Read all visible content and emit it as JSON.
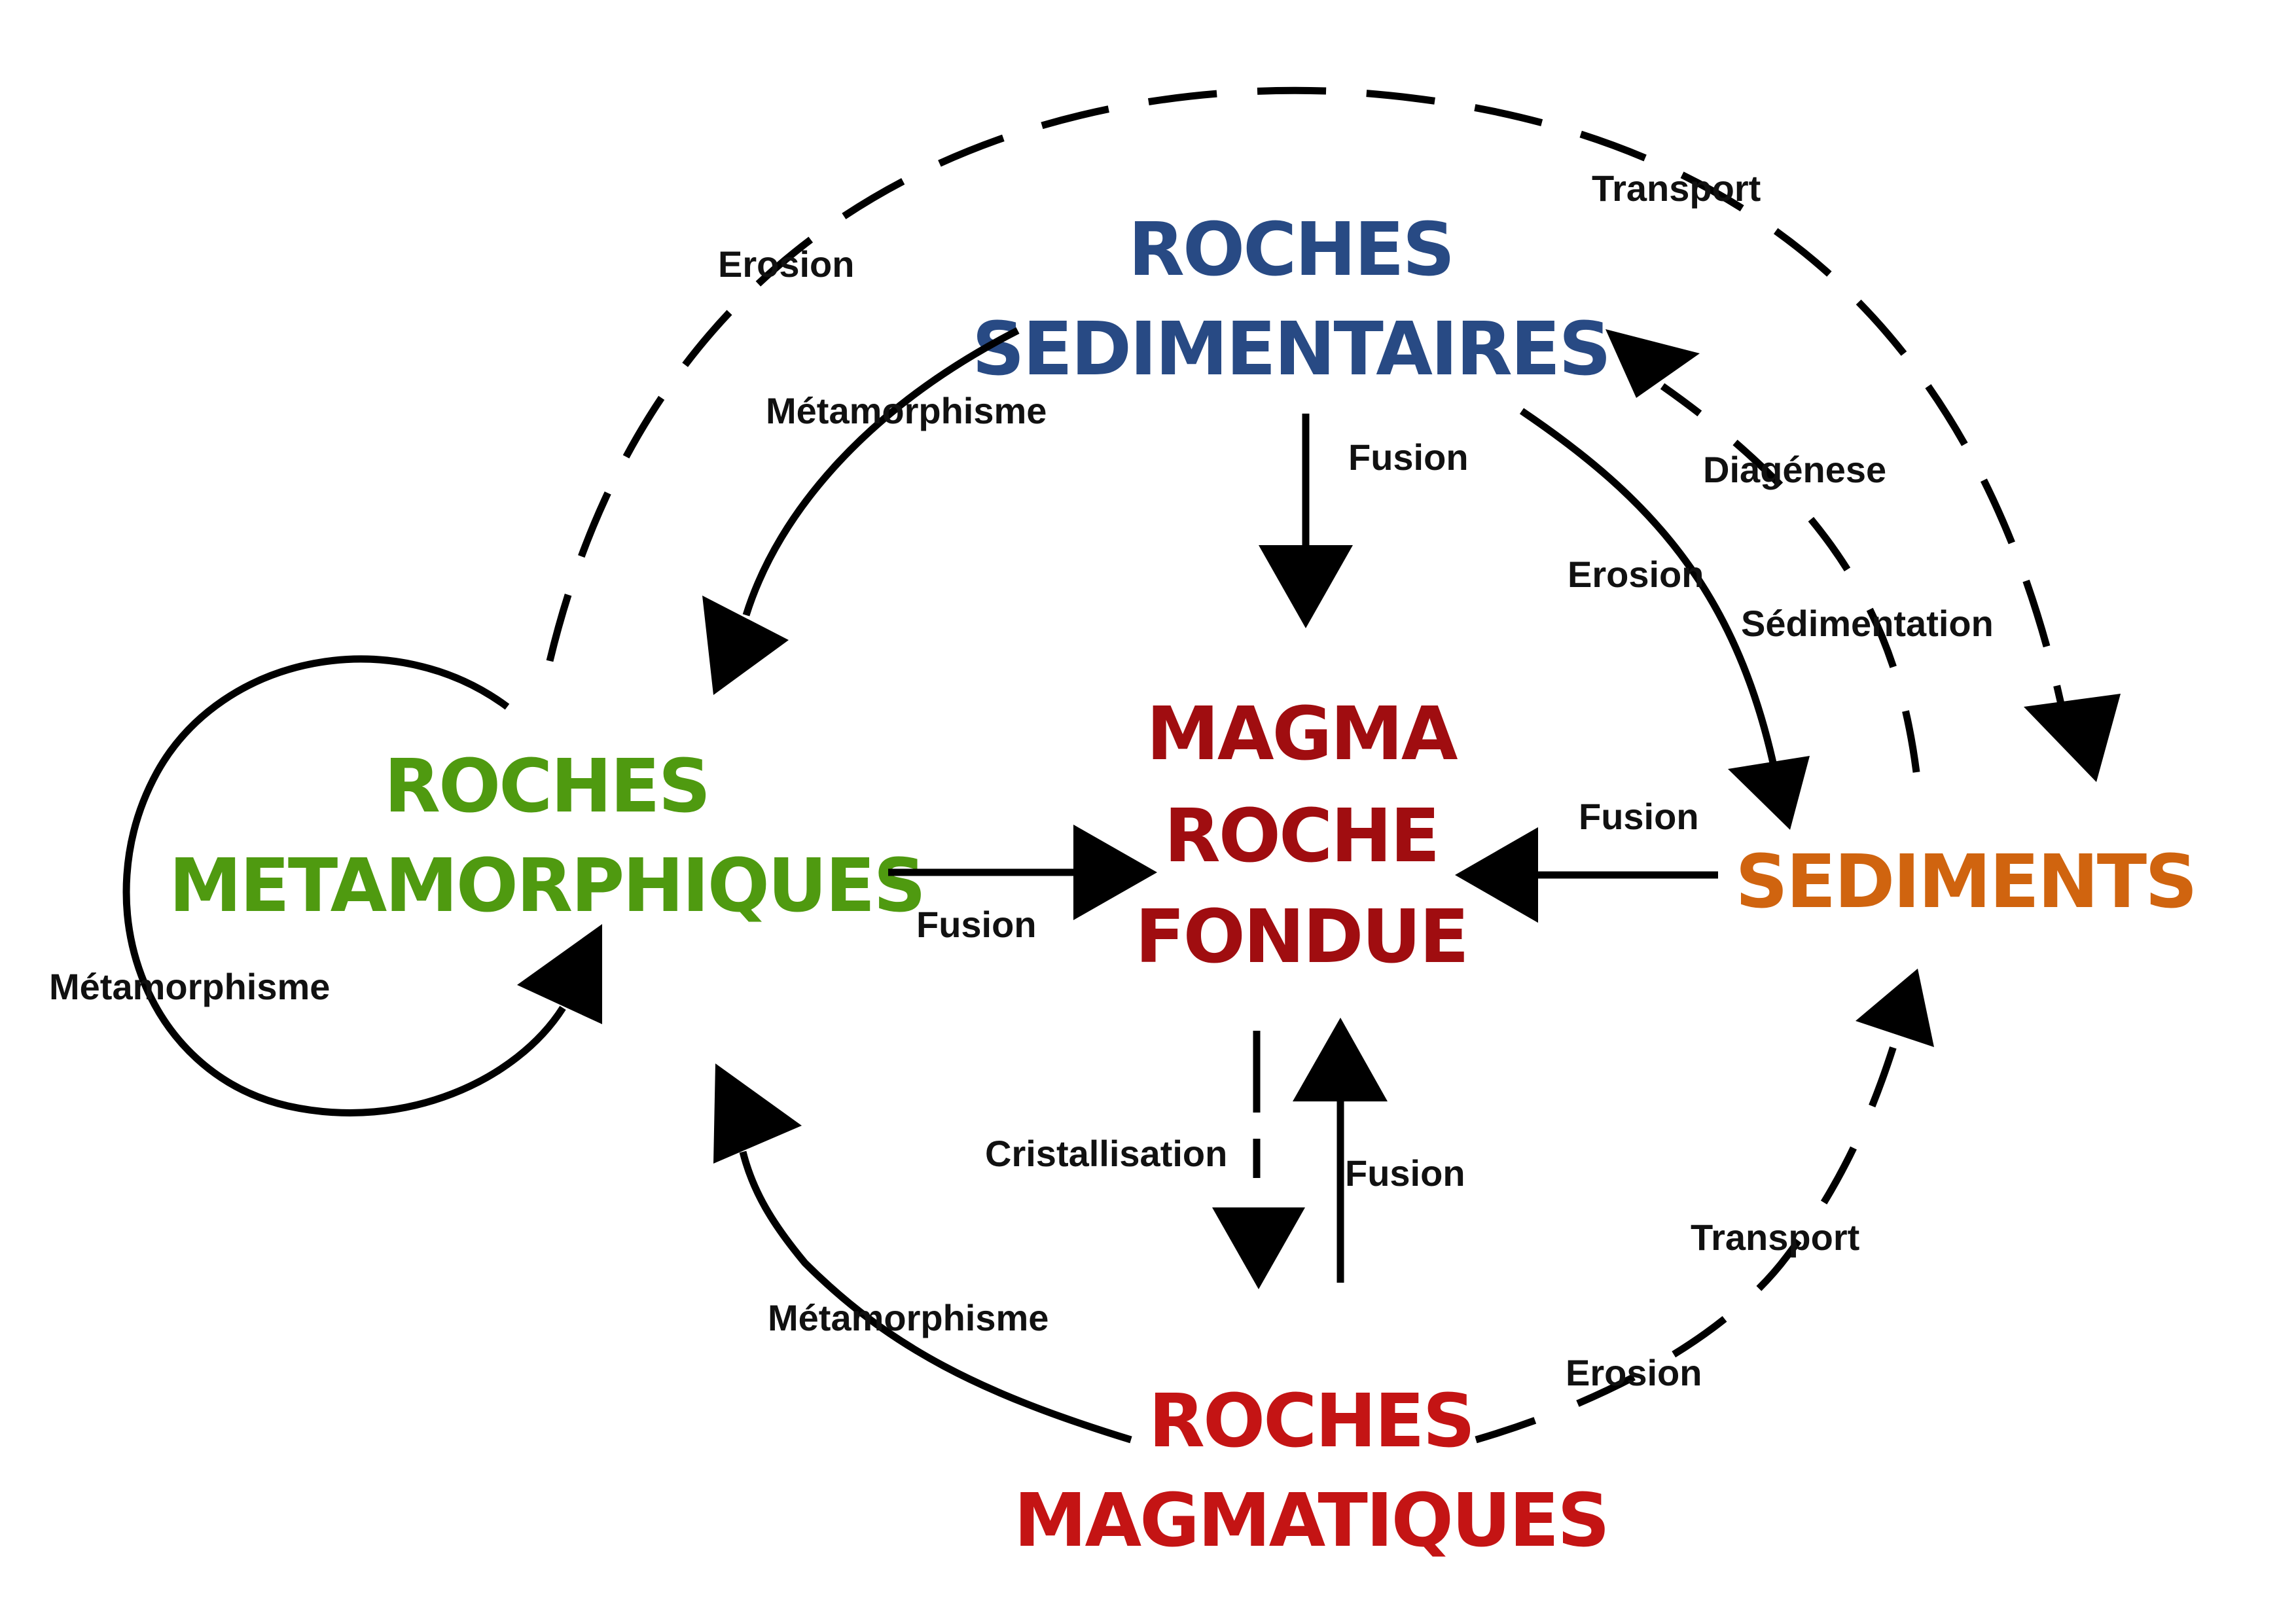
{
  "nodes": {
    "sedimentaires": {
      "line1": "ROCHES",
      "line2": "SEDIMENTAIRES",
      "color": "#284a84"
    },
    "metamorphiques": {
      "line1": "ROCHES",
      "line2": "METAMORPHIQUES",
      "color": "#4f9a10"
    },
    "magma": {
      "line1": "MAGMA",
      "line2": "ROCHE",
      "line3": "FONDUE",
      "color": "#a00d10"
    },
    "sediments": {
      "line1": "SEDIMENTS",
      "color": "#d0640f"
    },
    "magmatiques": {
      "line1": "ROCHES",
      "line2": "MAGMATIQUES",
      "color": "#c41414"
    }
  },
  "edges": {
    "erosion_outer": "Erosion",
    "transport_outer": "Transport",
    "metamorphisme_sed_to_meta": "Métamorphisme",
    "fusion_sed_to_magma": "Fusion",
    "diagenese": "Diagénese",
    "erosion_sed_to_sediments": "Erosion",
    "sedimentation": "Sédimentation",
    "fusion_sediments_to_magma": "Fusion",
    "fusion_meta_to_magma": "Fusion",
    "metamorphisme_self_loop": "Métamorphisme",
    "cristallisation": "Cristallisation",
    "fusion_magmatiques_to_magma": "Fusion",
    "metamorphisme_mag_to_meta": "Métamorphisme",
    "transport_lower": "Transport",
    "erosion_lower": "Erosion"
  }
}
